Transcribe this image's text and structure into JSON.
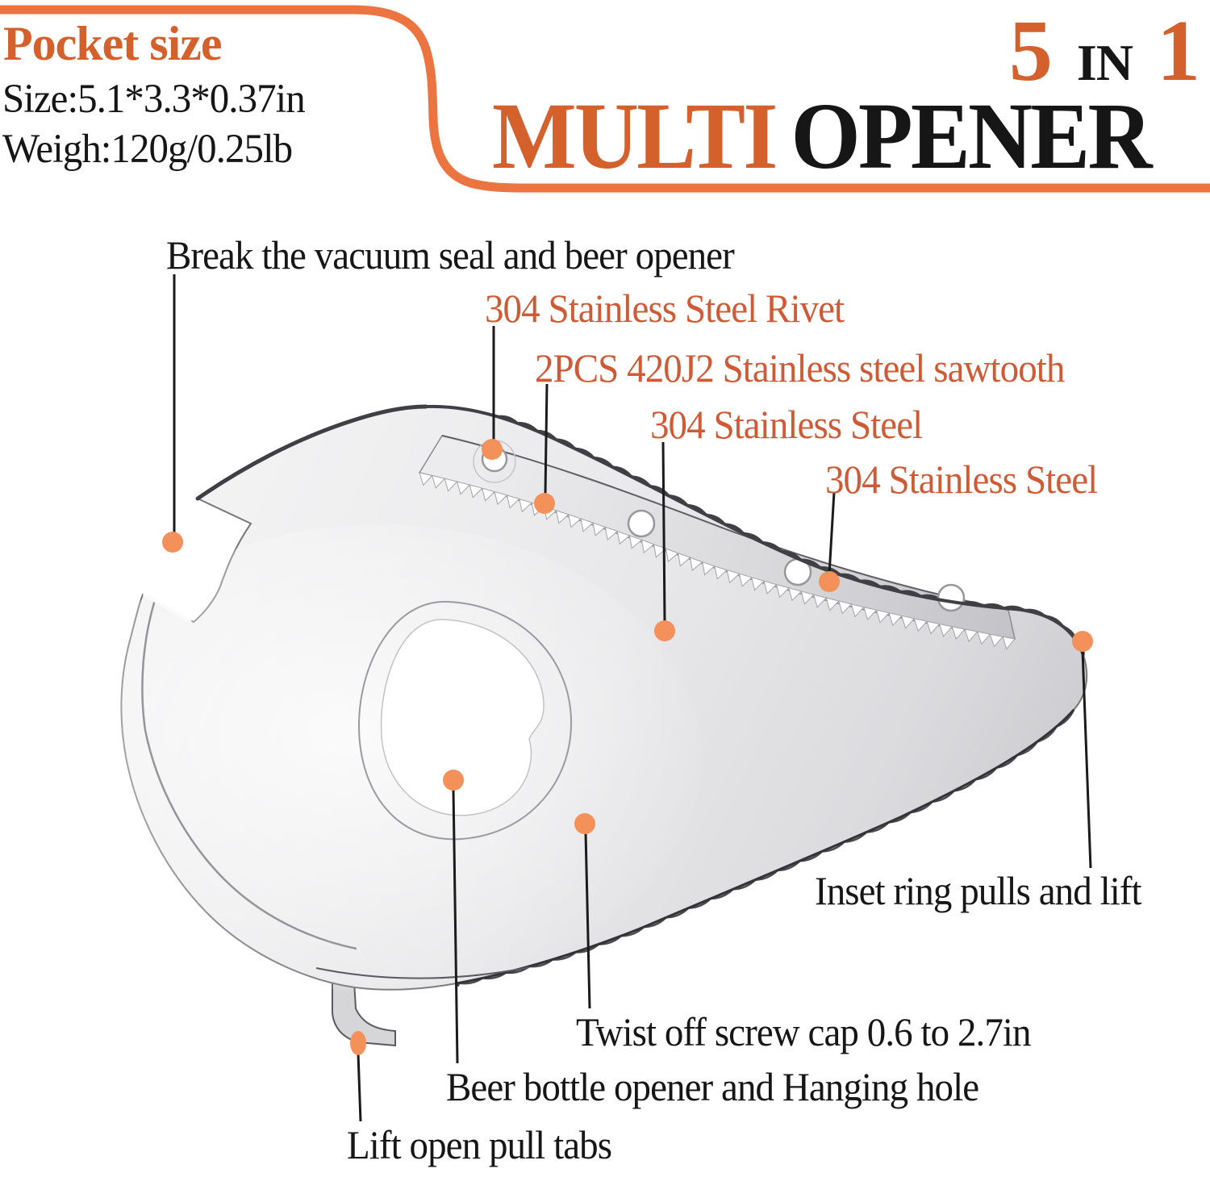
{
  "pocket": {
    "title": "Pocket size",
    "size_line": "Size:5.1*3.3*0.37in",
    "weight_line": "Weigh:120g/0.25lb"
  },
  "badge": {
    "five": "5",
    "in_word": "IN",
    "one": "1"
  },
  "title": {
    "multi": "MULTI",
    "opener": "OPENER"
  },
  "labels": {
    "break_seal": "Break the vacuum seal and beer opener",
    "rivet": "304 Stainless Steel Rivet",
    "sawtooth": "2PCS 420J2 Stainless steel sawtooth",
    "steel_mid": "304 Stainless Steel",
    "steel_right": "304 Stainless Steel",
    "inset": "Inset ring pulls and lift",
    "twist": "Twist off screw cap 0.6 to 2.7in",
    "beer": "Beer bottle opener and Hanging hole",
    "lift": "Lift open pull tabs"
  },
  "icons": {
    "callout_marker": "filled-circle"
  },
  "colors": {
    "accent_orange": "#d4602c",
    "label_orange": "#ce5b36",
    "swoosh_orange": "#ec7440",
    "dot_orange": "#f4905a",
    "text_black": "#161616"
  }
}
